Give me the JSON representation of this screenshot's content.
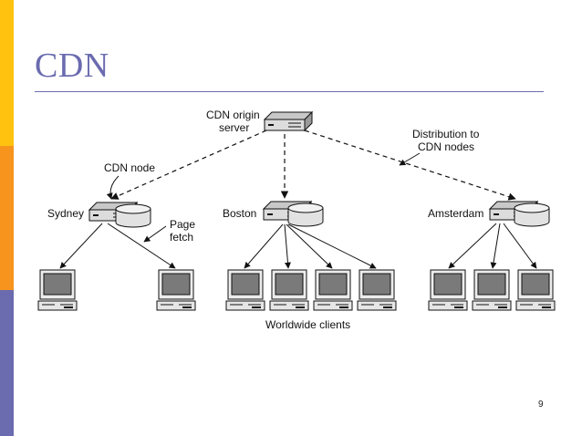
{
  "slide": {
    "title": "CDN",
    "page_number": "9",
    "accent_colors": {
      "top": "#ffc20e",
      "middle": "#f7941d",
      "bottom": "#6b6bb0",
      "title": "#6b6bb0"
    }
  },
  "diagram": {
    "origin_label_line1": "CDN origin",
    "origin_label_line2": "server",
    "distribution_label_line1": "Distribution to",
    "distribution_label_line2": "CDN nodes",
    "cdn_node_label": "CDN node",
    "page_fetch_line1": "Page",
    "page_fetch_line2": "fetch",
    "nodes": [
      {
        "name": "Sydney"
      },
      {
        "name": "Boston"
      },
      {
        "name": "Amsterdam"
      }
    ],
    "clients_label": "Worldwide clients"
  }
}
